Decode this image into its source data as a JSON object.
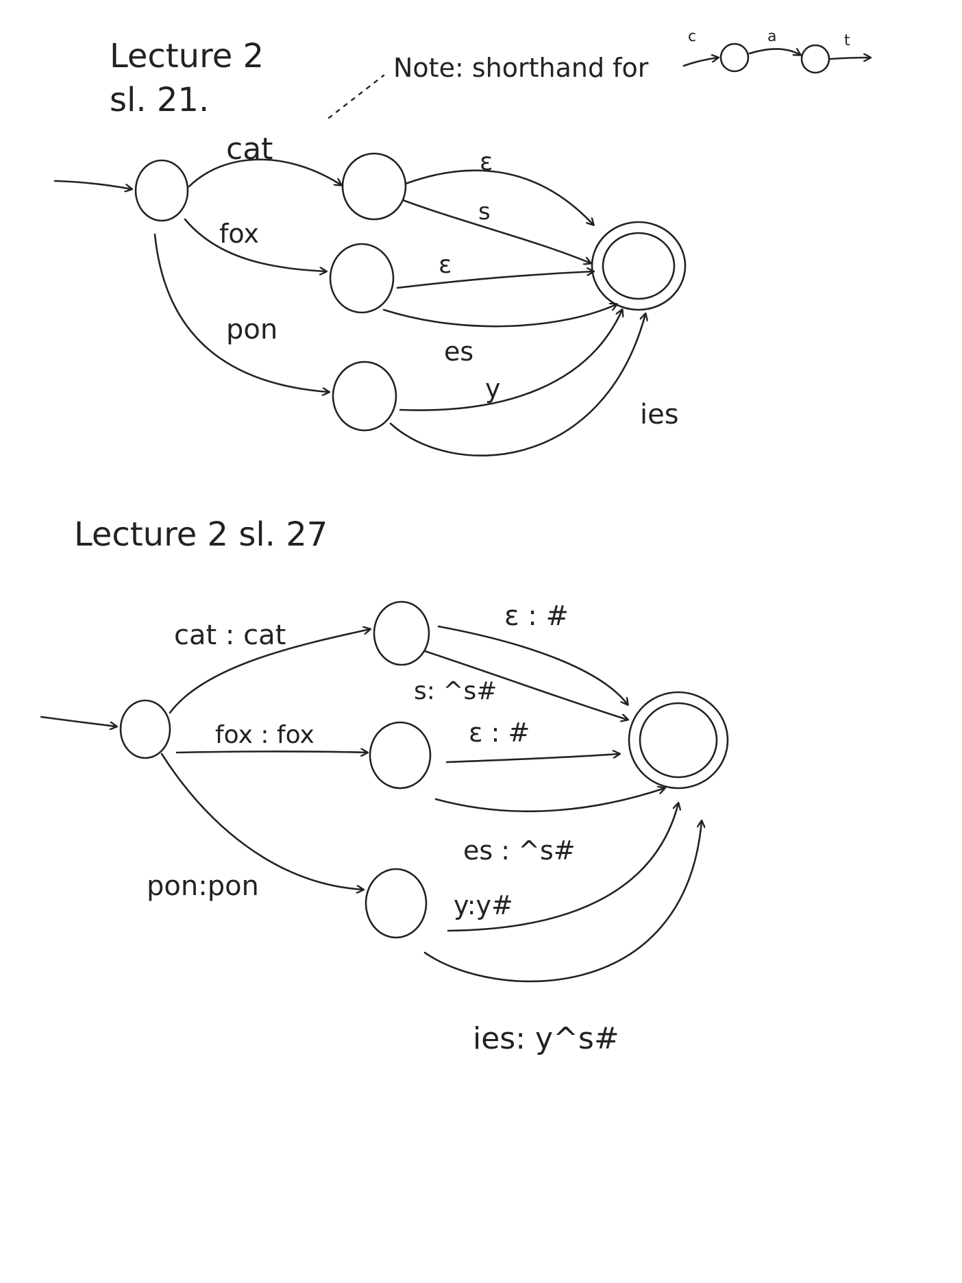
{
  "colors": {
    "ink": "#222222",
    "paper": "#ffffff"
  },
  "header": {
    "title_line1": "Lecture 2",
    "title_line2": "sl. 21."
  },
  "note": {
    "text": "Note: shorthand for",
    "example_labels": [
      "c",
      "a",
      "t"
    ]
  },
  "diagram1": {
    "edges": {
      "cat": "cat",
      "fox": "fox",
      "pon": "pon",
      "cat_eps": "ε",
      "cat_s": "s",
      "fox_eps": "ε",
      "fox_es": "es",
      "pon_y": "y",
      "pon_ies": "ies"
    }
  },
  "section2": {
    "title": "Lecture 2 sl. 27"
  },
  "diagram2": {
    "edges": {
      "cat": "cat : cat",
      "fox": "fox : fox",
      "pon": "pon:pon",
      "cat_eps": "ε : #",
      "cat_s": "s: ^s#",
      "fox_eps": "ε : #",
      "fox_es": "es : ^s#",
      "pon_y": "y:y#",
      "pon_ies": "ies: y^s#"
    }
  }
}
